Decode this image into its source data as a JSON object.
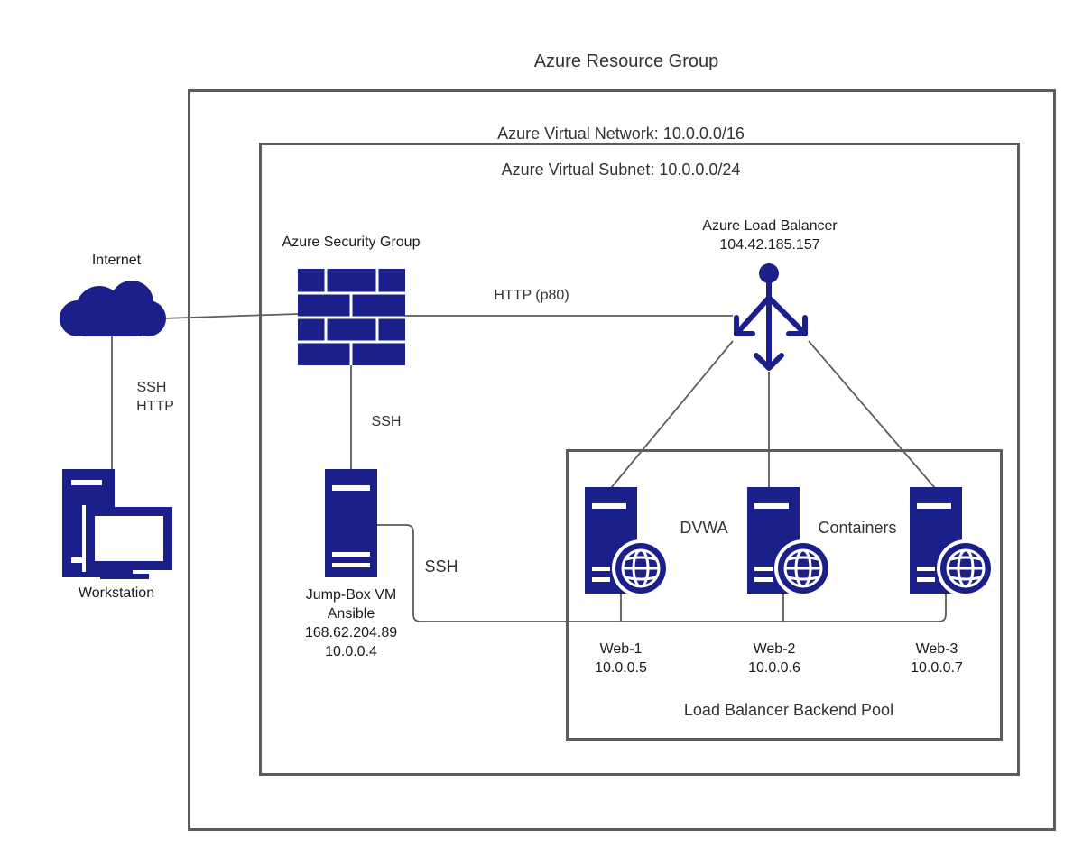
{
  "containers": {
    "resource_group": "Azure Resource Group",
    "vnet": "Azure Virtual Network: 10.0.0.0/16",
    "subnet": "Azure Virtual Subnet: 10.0.0.0/24",
    "backend_pool": "Load Balancer Backend Pool"
  },
  "nodes": {
    "internet": {
      "label": "Internet"
    },
    "workstation": {
      "label": "Workstation"
    },
    "security_group": {
      "label": "Azure Security Group"
    },
    "load_balancer": {
      "label": "Azure Load Balancer",
      "ip": "104.42.185.157"
    },
    "jumpbox": {
      "line1": "Jump-Box VM",
      "line2": "Ansible",
      "ip_public": "168.62.204.89",
      "ip_private": "10.0.0.4"
    },
    "web1": {
      "label": "Web-1",
      "ip": "10.0.0.5"
    },
    "web2": {
      "label": "Web-2",
      "ip": "10.0.0.6"
    },
    "web3": {
      "label": "Web-3",
      "ip": "10.0.0.7"
    }
  },
  "annotations": {
    "dvwa": "DVWA",
    "containers": "Containers"
  },
  "edges": {
    "internet_workstation_1": "SSH",
    "internet_workstation_2": "HTTP",
    "http": "HTTP (p80)",
    "sg_jumpbox": "SSH",
    "jumpbox_web": "SSH"
  },
  "colors": {
    "icon": "#1b1f8a",
    "line": "#5c5c5c",
    "border": "#5c5c5c",
    "text": "#333333"
  },
  "icons": {
    "internet": "cloud-icon",
    "workstation": "workstation-icon",
    "security_group": "firewall-icon",
    "load_balancer": "load-balancer-icon",
    "jumpbox": "server-icon",
    "web": "web-server-icon"
  }
}
